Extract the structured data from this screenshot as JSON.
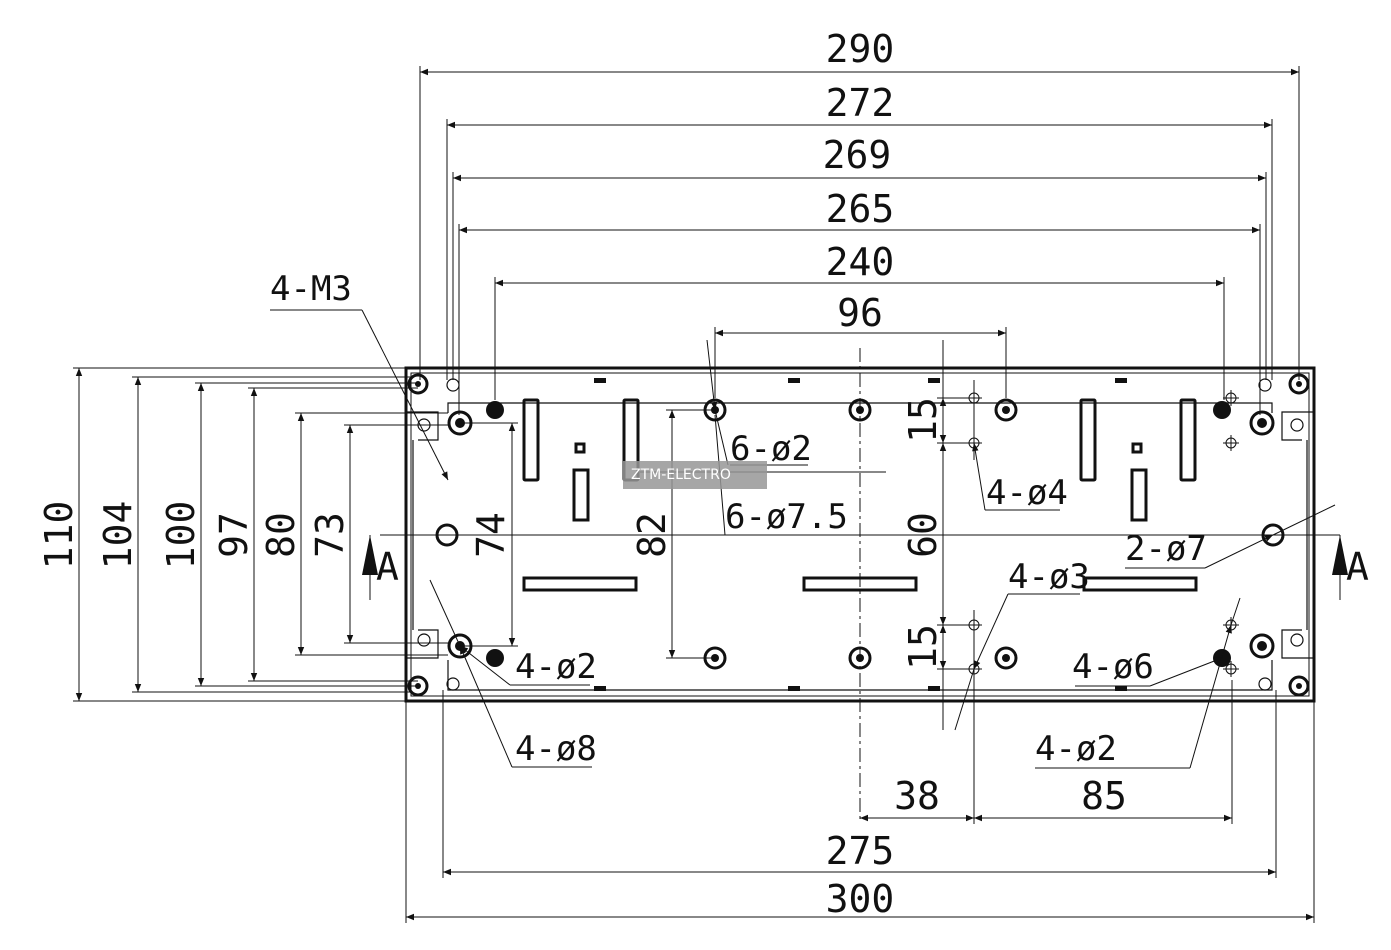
{
  "drawing": {
    "dims_horizontal": [
      "290",
      "272",
      "269",
      "265",
      "240",
      "96",
      "275",
      "300",
      "38",
      "85"
    ],
    "dims_vertical": [
      "110",
      "104",
      "100",
      "97",
      "80",
      "73",
      "74",
      "82",
      "60",
      "15",
      "15"
    ],
    "callouts": {
      "m3": "4-M3",
      "d2_a": "6-ø2",
      "d7_5": "6-ø7.5",
      "d4": "4-ø4",
      "d7": "2-ø7",
      "d3": "4-ø3",
      "d2_b": "4-ø2",
      "d6": "4-ø6",
      "d2_c": "4-ø2",
      "d8": "4-ø8"
    },
    "section_mark": "A"
  },
  "watermark": {
    "text": "ZTM-ELECTRO"
  }
}
